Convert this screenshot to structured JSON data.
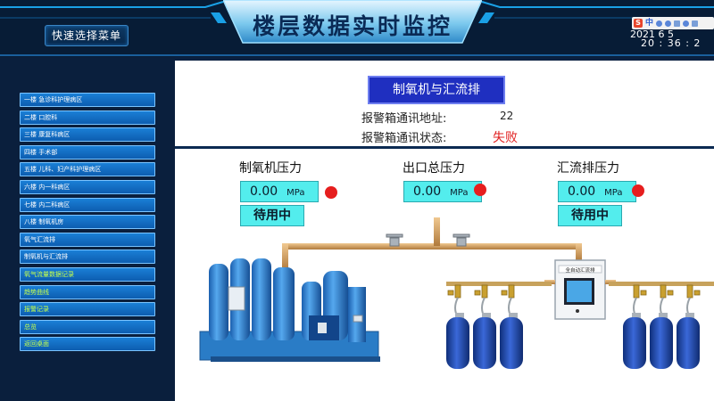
{
  "header": {
    "title": "楼层数据实时监控",
    "menu_button": "快速选择菜单",
    "ime": {
      "logo": "S",
      "lang": "中"
    },
    "date": "2021  6  5",
    "time": "20 : 36 : 2"
  },
  "sidebar": {
    "items": [
      {
        "label": "一楼 急诊科护理病区",
        "color": "white"
      },
      {
        "label": "二楼 口腔科",
        "color": "white"
      },
      {
        "label": "三楼 康复科病区",
        "color": "white"
      },
      {
        "label": "四楼 手术部",
        "color": "white"
      },
      {
        "label": "五楼 儿科、妇产科护理病区",
        "color": "white"
      },
      {
        "label": "六楼 内一科病区",
        "color": "white"
      },
      {
        "label": "七楼 内二科病区",
        "color": "white"
      },
      {
        "label": "八楼 制氧机房",
        "color": "white"
      },
      {
        "label": "氧气汇流排",
        "color": "white"
      },
      {
        "label": "制氧机与汇流排",
        "color": "white"
      },
      {
        "label": "氧气流量数据记录",
        "color": "green"
      },
      {
        "label": "趋势曲线",
        "color": "green"
      },
      {
        "label": "报警记录",
        "color": "green"
      },
      {
        "label": "总览",
        "color": "green"
      },
      {
        "label": "返回桌面",
        "color": "green"
      }
    ]
  },
  "main": {
    "section_title": "制氧机与汇流排",
    "alarm_address_label": "报警箱通讯地址:",
    "alarm_address_value": "22",
    "alarm_status_label": "报警箱通讯状态:",
    "alarm_status_value": "失败",
    "gauges": [
      {
        "title": "制氧机压力",
        "value": "0.00",
        "unit": "MPa",
        "status": "待用中"
      },
      {
        "title": "出口总压力",
        "value": "0.00",
        "unit": "MPa"
      },
      {
        "title": "汇流排压力",
        "value": "0.00",
        "unit": "MPa",
        "status": "待用中"
      }
    ],
    "manifold_label": "全自动汇流排"
  },
  "colors": {
    "accent_cyan": "#53eded",
    "alarm_red": "#e61e1e",
    "section_blue": "#1f2fc0",
    "nav_blue": "#1a7fd6",
    "nav_green_text": "#c6ff4c",
    "pipe": "#d2a060",
    "cylinder": "#2450b8"
  }
}
